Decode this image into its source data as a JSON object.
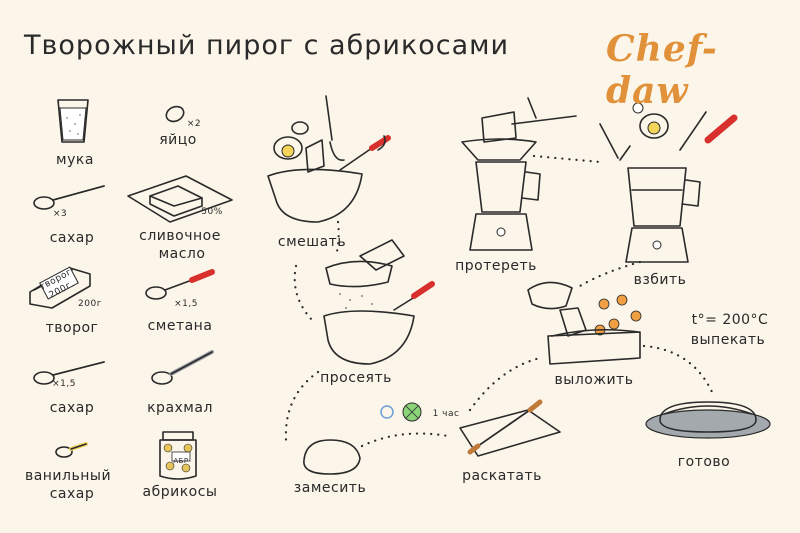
{
  "title": "Творожный пирог с абрикосами",
  "brand": "Chef-daw",
  "ingredients": {
    "flour": "мука",
    "egg": "яйцо",
    "egg_qty": "×2",
    "sugar1": "сахар",
    "sugar1_qty": "×3",
    "butter": "сливочное масло",
    "butter_line1": "сливочное",
    "butter_line2": "масло",
    "butter_qty": "50%",
    "cheese": "творог",
    "cheese_pack": "творог 200г.",
    "cheese_pack_l1": "творог",
    "cheese_pack_l2": "200г.",
    "cheese_qty": "200г",
    "sour_cream": "сметана",
    "sour_cream_qty": "×1,5",
    "sugar2": "сахар",
    "sugar2_qty": "×1,5",
    "starch": "крахмал",
    "vanilla_line1": "ванильный",
    "vanilla_line2": "сахар",
    "apricots": "абрикосы",
    "jar_label": "АБР"
  },
  "steps": {
    "mix": "смешать",
    "sift": "просеять",
    "knead": "замесить",
    "fridge_time": "1 час",
    "roll": "раскатать",
    "rub": "протереть",
    "whip": "взбить",
    "lay_out": "выложить",
    "temp": "t°= 200°C",
    "bake": "выпекать",
    "done": "готово"
  },
  "colors": {
    "background": "#fbf5ea",
    "brand": "#e0913a",
    "yellow": "#f3d35a",
    "orange": "#f0a043",
    "teal": "#a9dcd6",
    "handle_red": "#d8302c",
    "pack_blue": "#7d93b4",
    "bowl_gray": "#b9b4b0"
  }
}
